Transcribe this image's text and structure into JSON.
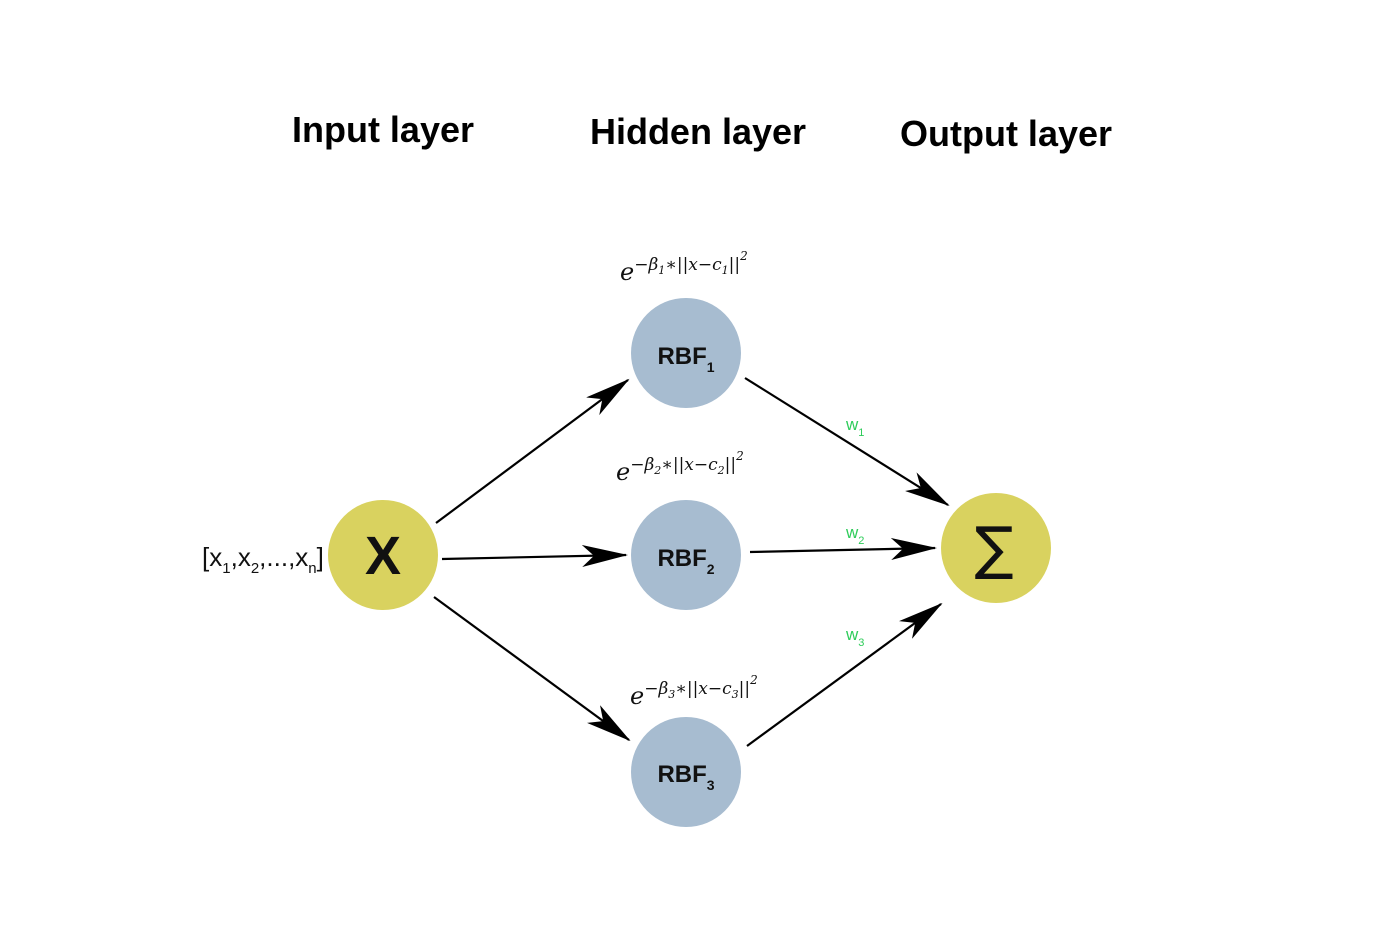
{
  "layers": {
    "input": "Input layer",
    "hidden": "Hidden layer",
    "output": "Output layer"
  },
  "input_vector": {
    "open": "[",
    "x": "x",
    "sep": ",",
    "ellipsis": "...",
    "sub1": "1",
    "sub2": "2",
    "subn": "n",
    "close": "]"
  },
  "input_node": {
    "label": "X",
    "color": "#d9d25f"
  },
  "hidden_nodes": [
    {
      "base": "RBF",
      "sub": "1",
      "beta": "1",
      "c": "1"
    },
    {
      "base": "RBF",
      "sub": "2",
      "beta": "2",
      "c": "2"
    },
    {
      "base": "RBF",
      "sub": "3",
      "beta": "3",
      "c": "3"
    }
  ],
  "hidden_color": "#a7bcd0",
  "formula": {
    "e": "e",
    "minus_beta": "−β",
    "star_norm": "∗||x−c",
    "close_norm": "||",
    "sq": "2"
  },
  "output_node": {
    "label": "∑",
    "color": "#d9d25f"
  },
  "weights": [
    {
      "base": "w",
      "sub": "1"
    },
    {
      "base": "w",
      "sub": "2"
    },
    {
      "base": "w",
      "sub": "3"
    }
  ],
  "weight_color": "#2ecc5a",
  "edge_color": "#000000"
}
